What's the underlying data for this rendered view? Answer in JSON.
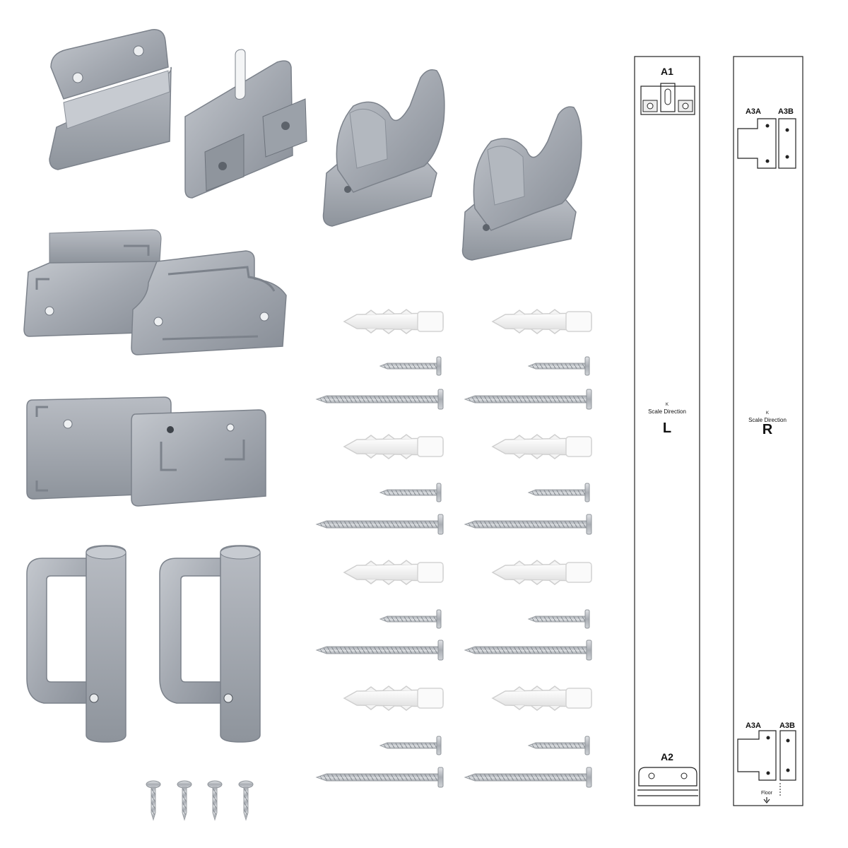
{
  "colors": {
    "background": "#ffffff",
    "metal": "#a3a8b0",
    "metal_dark": "#7c828b",
    "metal_light": "#c9cdd3",
    "plastic": "#f2f2f2",
    "screw": "#b9bdc2",
    "template_stroke": "#222222"
  },
  "template_left": {
    "top_label": "A1",
    "mid_small_1": "K",
    "mid_small_2": "Scale Direction",
    "side_letter": "L",
    "bottom_label": "A2"
  },
  "template_right": {
    "top_label_a": "A3A",
    "top_label_b": "A3B",
    "mid_small_1": "K",
    "mid_small_2": "Scale Direction",
    "side_letter": "R",
    "bottom_label_a": "A3A",
    "bottom_label_b": "A3B",
    "floor_label": "Floor"
  }
}
